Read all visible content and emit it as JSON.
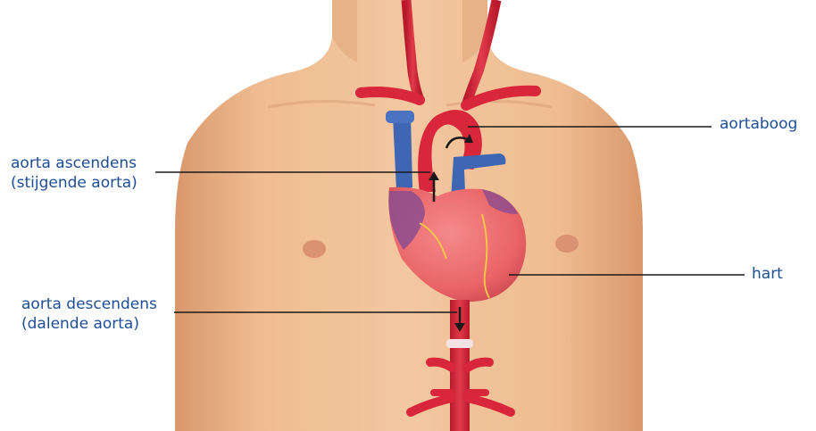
{
  "labels": {
    "aortaboog": "aortaboog",
    "aorta_ascendens": [
      "aorta ascendens",
      "(stijgende aorta)"
    ],
    "hart": "hart",
    "aorta_descendens": [
      "aorta descendens",
      "(dalende aorta)"
    ]
  },
  "colors": {
    "background": "#ffffff",
    "skin": "#efbc92",
    "skin_shadow": "#d9986b",
    "artery": "#d8263a",
    "vein": "#3f66b3",
    "heart": "#ec6a6e",
    "label_text": "#1d4e95",
    "leader_line": "#1a1a1a"
  }
}
